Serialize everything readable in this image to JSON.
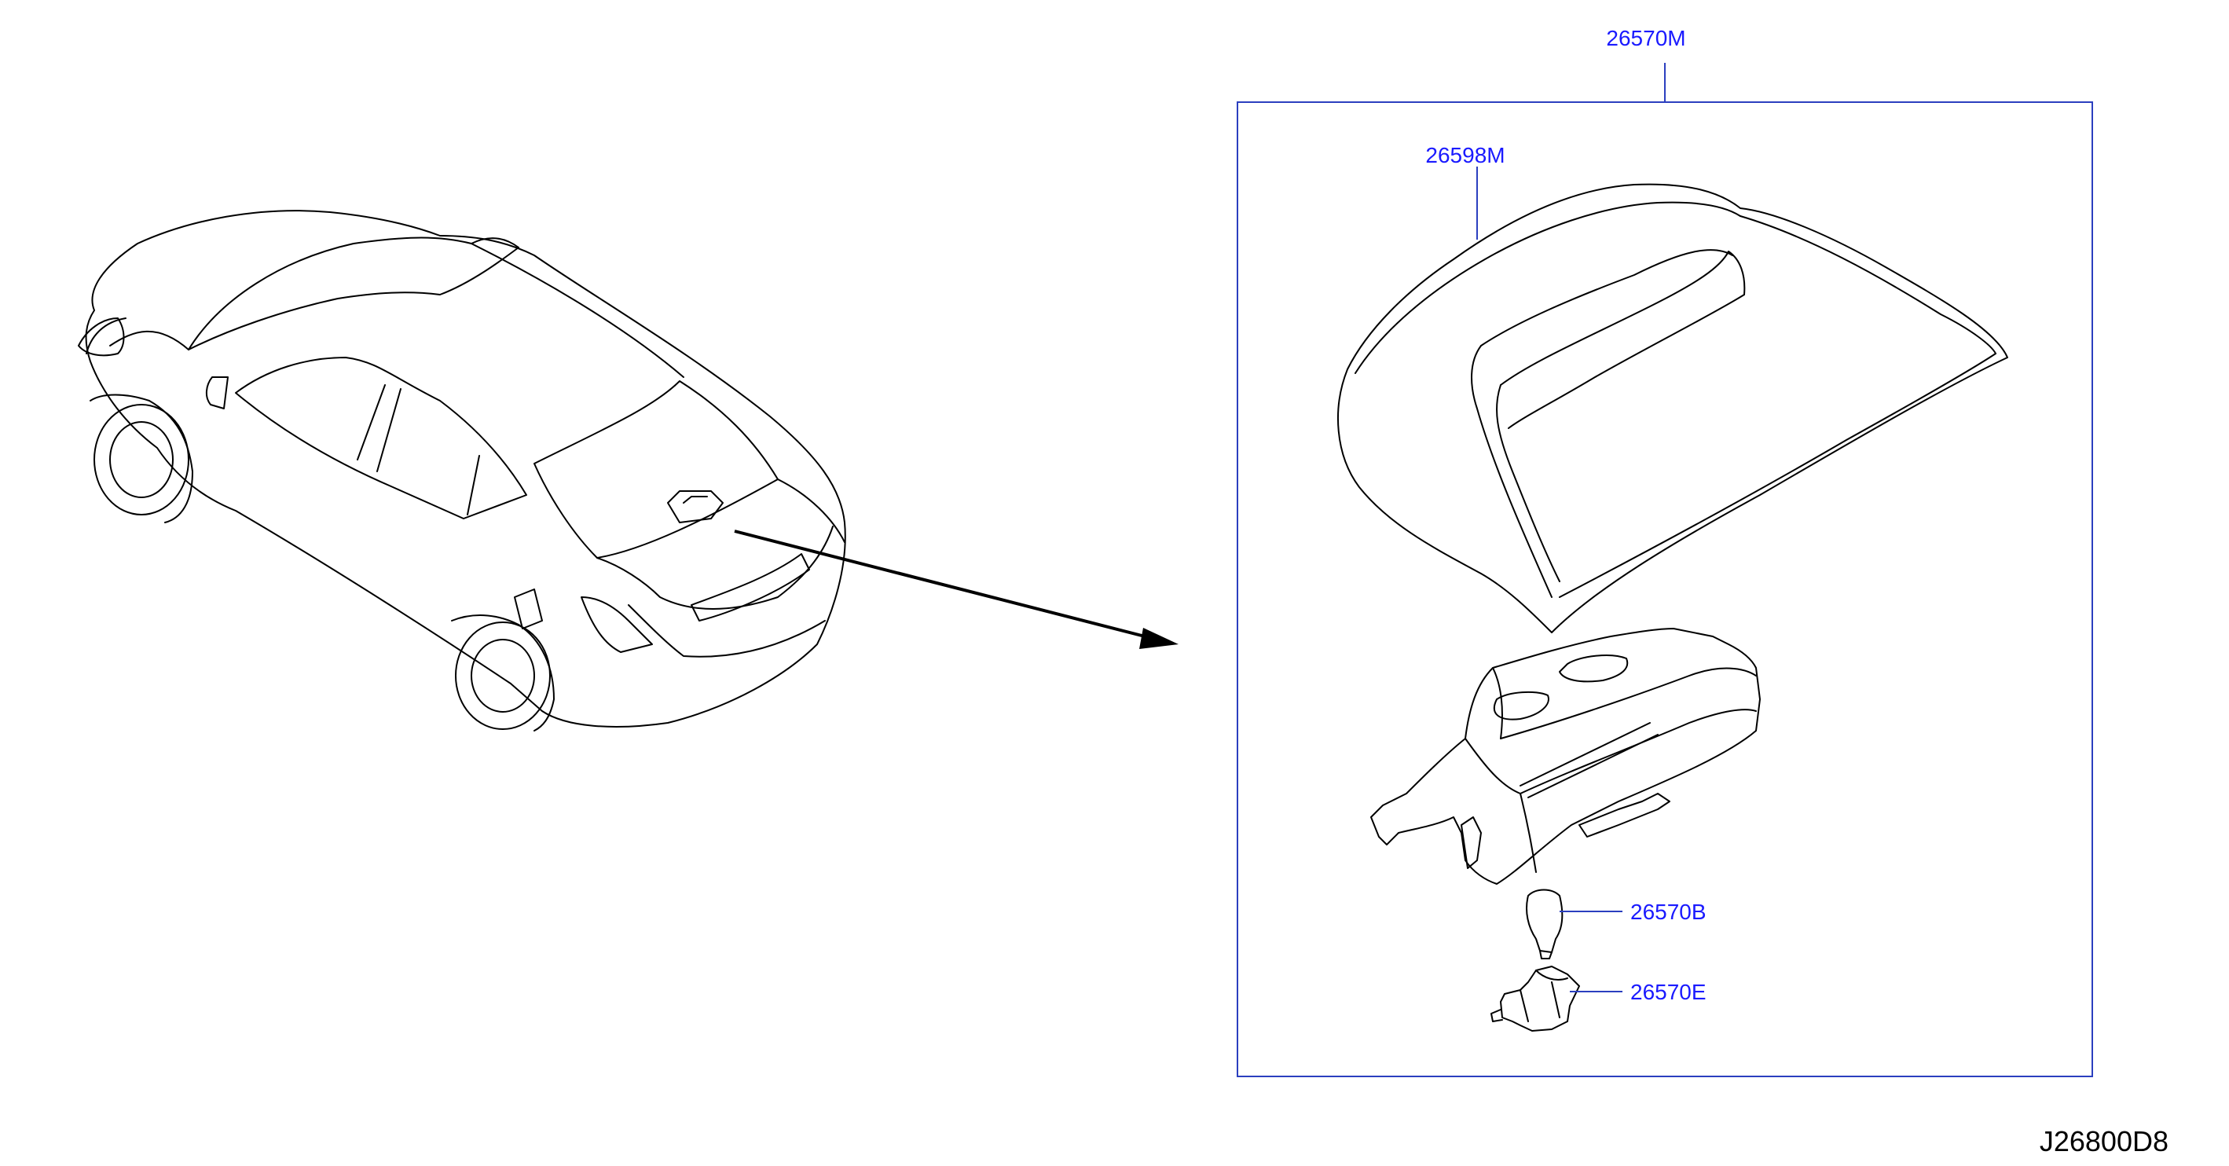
{
  "colors": {
    "label": "#1a1aff",
    "leader_line": "#2b3fbf",
    "line_art": "#000000",
    "background": "#ffffff"
  },
  "parts": {
    "assembly": {
      "number": "26570M"
    },
    "lens_cover": {
      "number": "26598M"
    },
    "bulb": {
      "number": "26570B"
    },
    "socket": {
      "number": "26570E"
    }
  },
  "diagram_id": "J26800D8"
}
